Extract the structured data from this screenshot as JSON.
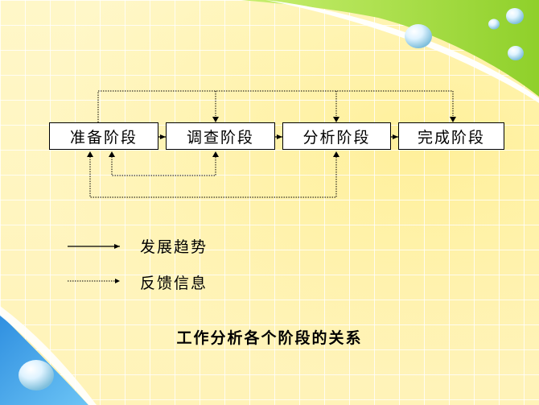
{
  "stages": [
    {
      "label": "准备阶段"
    },
    {
      "label": "调查阶段"
    },
    {
      "label": "分析阶段"
    },
    {
      "label": "完成阶段"
    }
  ],
  "legend": {
    "solid_label": "发展趋势",
    "dotted_label": "反馈信息"
  },
  "caption": "工作分析各个阶段的关系",
  "colors": {
    "line": "#000000",
    "accent_green": "#a6e040",
    "accent_blue": "#3aa3e8",
    "background": "#fff7c8"
  }
}
